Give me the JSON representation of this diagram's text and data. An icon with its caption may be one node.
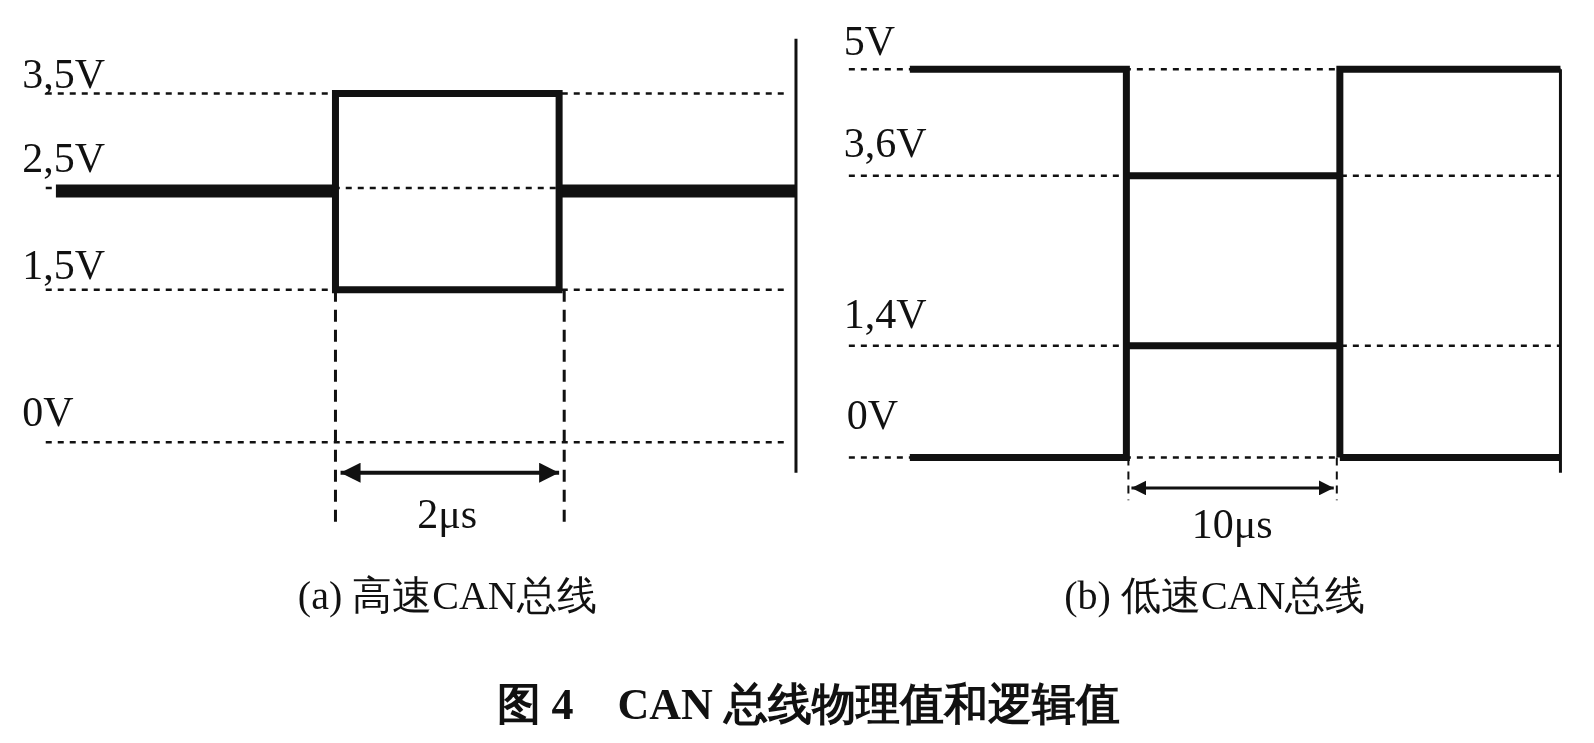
{
  "diagram": {
    "caption": "图 4　CAN 总线物理值和逻辑值",
    "labels": [
      "3,5V",
      "2,5V",
      "1,5V",
      "0V",
      "2μs",
      "(a) 高速CAN总线",
      "5V",
      "3,6V",
      "1,4V",
      "0V",
      "10μs",
      "(b) 低速CAN总线"
    ]
  }
}
